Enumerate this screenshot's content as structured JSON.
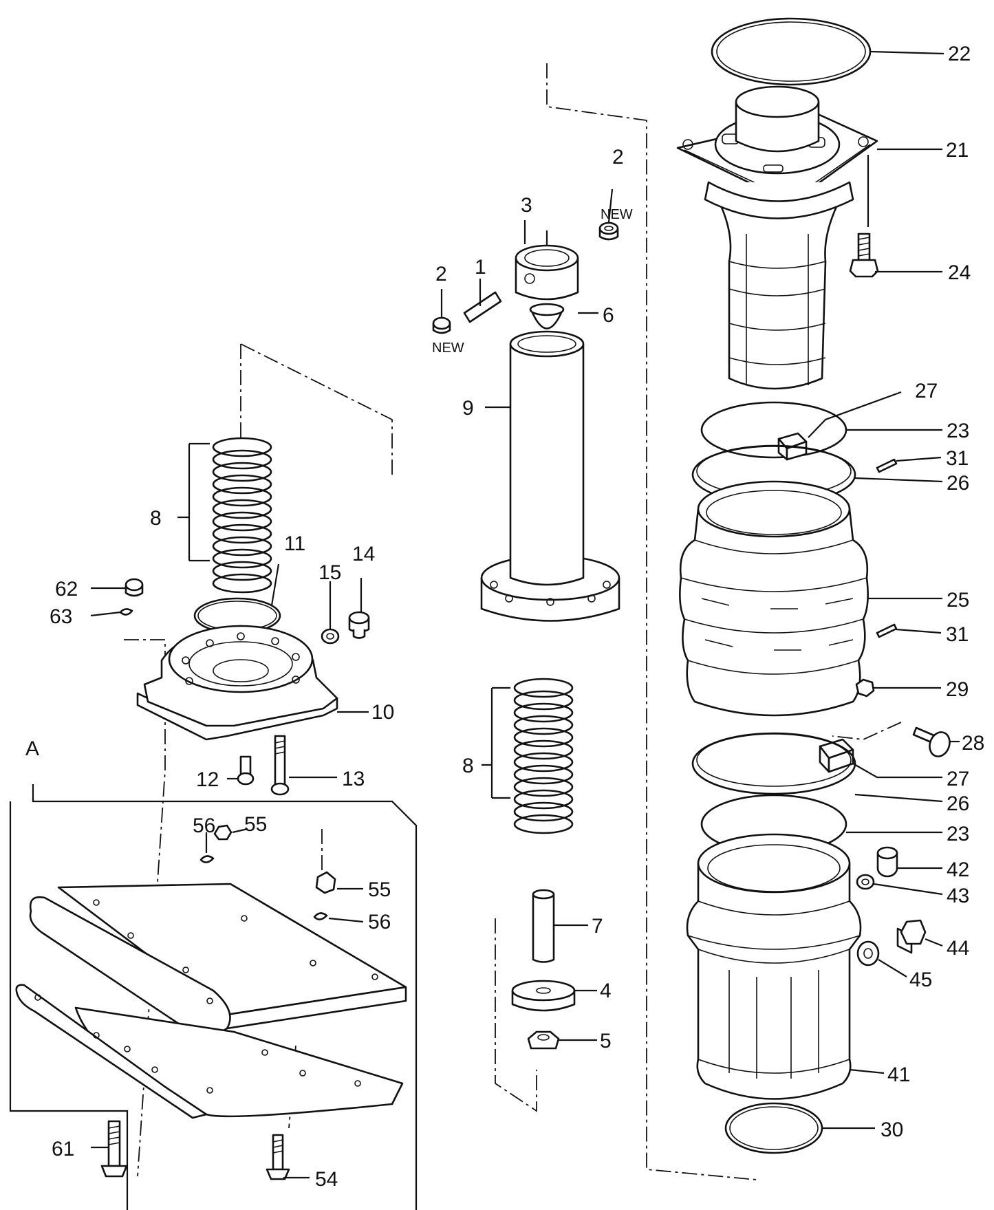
{
  "labels": {
    "n1": "1",
    "n2a": "2",
    "n2b": "2",
    "n3": "3",
    "n4": "4",
    "n5": "5",
    "n6": "6",
    "n7": "7",
    "n8a": "8",
    "n8b": "8",
    "n9": "9",
    "n10": "10",
    "n11": "11",
    "n12": "12",
    "n13": "13",
    "n14": "14",
    "n15": "15",
    "n21": "21",
    "n22": "22",
    "n23a": "23",
    "n23b": "23",
    "n24": "24",
    "n25": "25",
    "n26a": "26",
    "n26b": "26",
    "n27a": "27",
    "n27b": "27",
    "n28": "28",
    "n29": "29",
    "n30": "30",
    "n31a": "31",
    "n31b": "31",
    "n41": "41",
    "n42": "42",
    "n43": "43",
    "n44": "44",
    "n45": "45",
    "n54": "54",
    "n55a": "55",
    "n55b": "55",
    "n56a": "56",
    "n56b": "56",
    "n61": "61",
    "n62": "62",
    "n63": "63"
  },
  "tags": {
    "new_a": "NEW",
    "new_b": "NEW"
  },
  "group_label": "A"
}
